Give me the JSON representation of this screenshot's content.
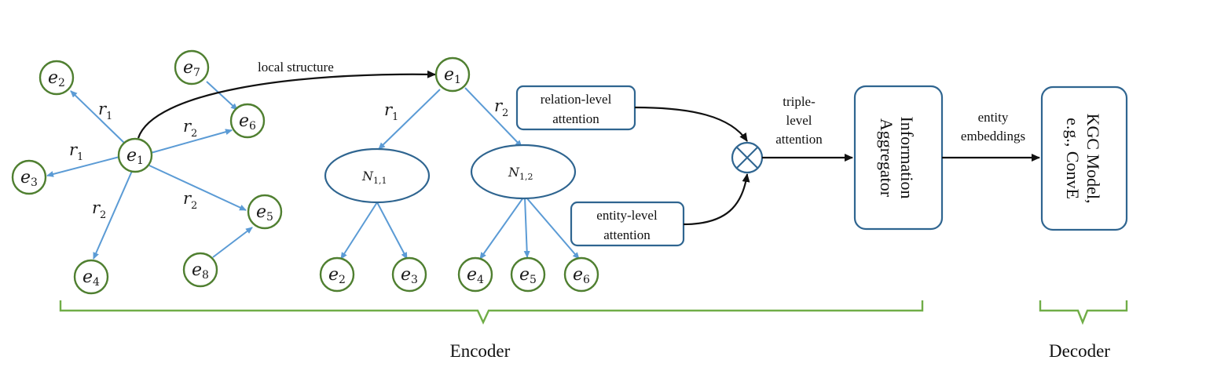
{
  "entity_base": "e",
  "neighbor_base": "N",
  "relation_base": "r",
  "left_graph": {
    "center": "1",
    "nodes": [
      "2",
      "3",
      "4",
      "5",
      "6",
      "7",
      "8"
    ],
    "relations": [
      "1",
      "1",
      "2",
      "2",
      "2"
    ]
  },
  "tree": {
    "root": "1",
    "relations": [
      "1",
      "2"
    ],
    "neighbor_sets": [
      "1,1",
      "1,2"
    ],
    "leaves": [
      "2",
      "3",
      "4",
      "5",
      "6"
    ]
  },
  "labels": {
    "local_structure": "local structure",
    "relation_attention_1": "relation-level",
    "relation_attention_2": "attention",
    "entity_attention_1": "entity-level",
    "entity_attention_2": "attention",
    "triple_1": "triple-",
    "triple_2": "level",
    "triple_3": "attention",
    "embeddings_1": "entity",
    "embeddings_2": "embeddings",
    "aggregator_1": "Information",
    "aggregator_2": "Aggregator",
    "kgc_1": "KGC Model,",
    "kgc_2": "e.g., ConvE"
  },
  "sections": {
    "encoder": "Encoder",
    "decoder": "Decoder"
  },
  "colors": {
    "node_stroke": "#4f7f30",
    "edge_blue": "#5b9bd5",
    "box_stroke": "#2f6590",
    "brace": "#70ad47"
  }
}
